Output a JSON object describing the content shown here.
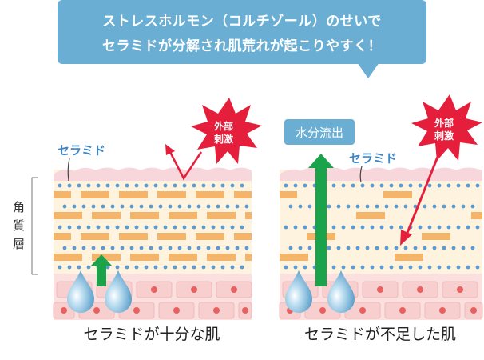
{
  "header": {
    "line1": "ストレスホルモン（コルチゾール）のせいで",
    "line2": "セラミドが分解され肌荒れが起こりやすく！"
  },
  "side_label": [
    "角",
    "質",
    "層"
  ],
  "left_panel": {
    "ceramide_label": "セラミド",
    "stimulus_line1": "外部",
    "stimulus_line2": "刺激",
    "caption": "セラミドが十分な肌"
  },
  "right_panel": {
    "water_badge": "水分流出",
    "ceramide_label": "セラミド",
    "stimulus_line1": "外部",
    "stimulus_line2": "刺激",
    "caption": "セラミドが不足した肌"
  },
  "colors": {
    "callout_bg": "#6aaed3",
    "layer_bg": "#fdf3df",
    "brick": "#f4b56b",
    "dot": "#5b9bd2",
    "star": "#e51f3b",
    "green_arrow": "#1aa34a",
    "red_arrow": "#e51f3b",
    "cell_bg": "#fbe0e0",
    "cell": "#f7cfcf",
    "cell_nucleus": "#e96060",
    "drop": "#74b4d8"
  }
}
